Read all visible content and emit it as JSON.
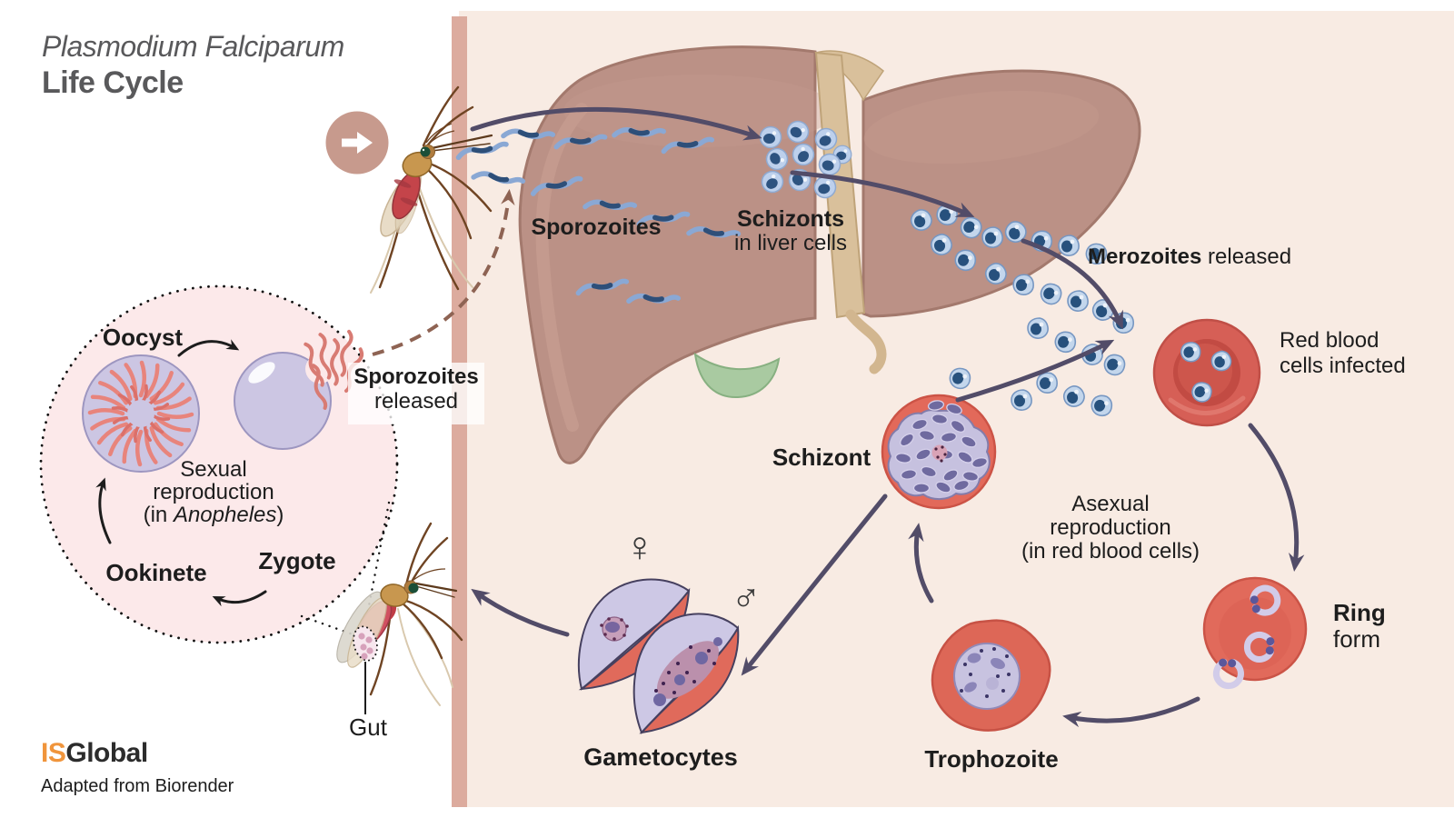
{
  "title": {
    "line1": "Plasmodium Falciparum",
    "line2": "Life Cycle"
  },
  "stages": {
    "sporozoites": "Sporozoites",
    "schizonts_liver_line1": "Schizonts",
    "schizonts_liver_line2": "in liver cells",
    "merozoites": "Merozoites",
    "merozoites_suffix": " released",
    "red_blood_line1": "Red blood",
    "red_blood_line2": "cells infected",
    "ring": "Ring",
    "ring_suffix": "form",
    "asexual_line1": "Asexual",
    "asexual_line2": "reproduction",
    "asexual_line3": "(in red blood cells)",
    "trophozoite": "Trophozoite",
    "schizont": "Schizont",
    "gametocytes": "Gametocytes"
  },
  "mosquito_cycle": {
    "oocyst": "Oocyst",
    "ookinete": "Ookinete",
    "zygote": "Zygote",
    "sexual_line1": "Sexual",
    "sexual_line2": "reproduction",
    "sexual_line3_pre": "(in ",
    "sexual_line3_italic": "Anopheles",
    "sexual_line3_post": ")",
    "sporozoites_released_line1": "Sporozoites",
    "sporozoites_released_line2": "released",
    "gut": "Gut",
    "female_symbol": "♀",
    "male_symbol": "♂"
  },
  "footer": {
    "logo_part1": "IS",
    "logo_part2": "Global",
    "credit": "Adapted from Biorender"
  },
  "colors": {
    "bg_right": "#f8ebe3",
    "divider_band": "#dcab9e",
    "arrow": "#524c68",
    "dashed_arrow": "#8e6353",
    "liver": "#bb9186",
    "gallbladder": "#a9caa1",
    "red_cell": "#d65f56",
    "infected_cell": "#e16a5b",
    "parasite_blue": "#2d5380",
    "parasite_lavender": "#c6c1df",
    "oocyst_pink": "#e8847c",
    "cycle_circle_fill": "#fce9ea",
    "logo_orange": "#f0953c",
    "title_gray": "#59595b"
  }
}
